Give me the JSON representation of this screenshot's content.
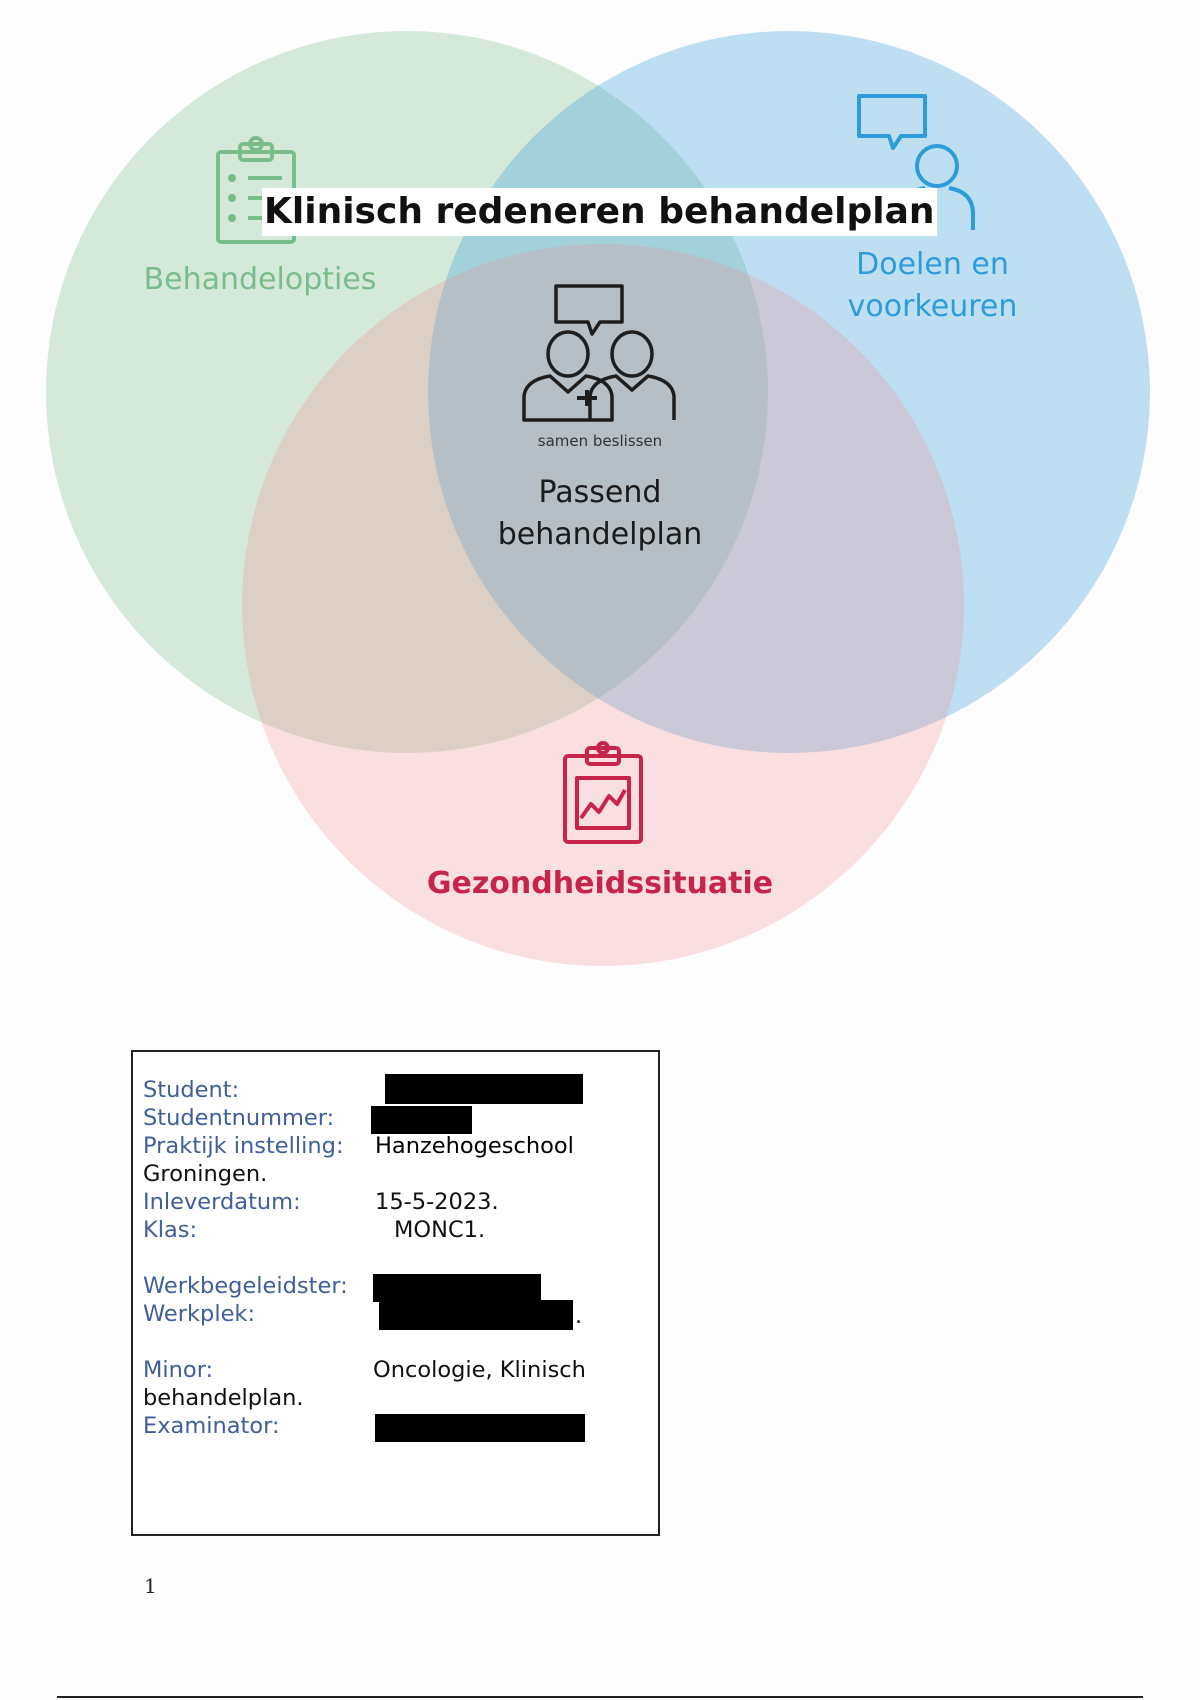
{
  "diagram": {
    "title": "Klinisch redeneren behandelplan",
    "circles": {
      "treatment_options": "Behandelopties",
      "goals_preferences": [
        "Doelen en",
        "voorkeuren"
      ],
      "health_situation": "Gezondheidssituatie"
    },
    "center": {
      "caption": "samen beslissen",
      "label": [
        "Passend",
        "behandelplan"
      ]
    },
    "colors": {
      "green": "#79bd8a",
      "blue": "#2e9cd8",
      "red": "#c7244a"
    },
    "icons": [
      "clipboard-checklist-icon",
      "speech-person-icon",
      "two-people-speech-icon",
      "clipboard-chart-icon"
    ]
  },
  "info": {
    "student_label": "Student:",
    "studentnummer_label": "Studentnummer:",
    "praktijk_label": "Praktijk instelling:",
    "praktijk_value": "Hanzehogeschool",
    "praktijk_value_cont": "Groningen.",
    "inleverdatum_label": "Inleverdatum:",
    "inleverdatum_value": "15-5-2023.",
    "klas_label": "Klas:",
    "klas_value": "MONC1.",
    "werkbegeleidster_label": "Werkbegeleidster:",
    "werkplek_label": "Werkplek:",
    "werkplek_suffix": ".",
    "minor_label": "Minor:",
    "minor_value": "Oncologie, Klinisch",
    "minor_value_cont": "behandelplan.",
    "examinator_label": "Examinator:"
  },
  "page_number": "1"
}
